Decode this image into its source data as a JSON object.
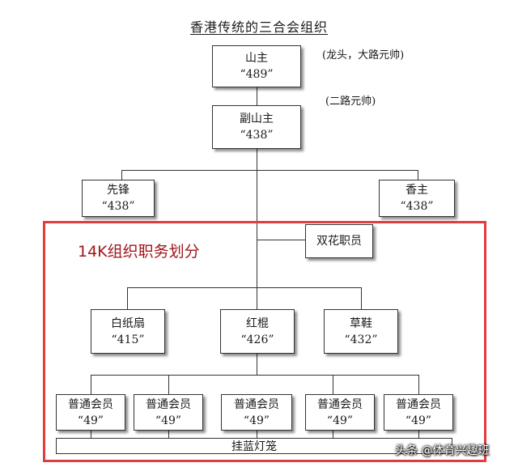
{
  "title": "香港传统的三合会组织",
  "nodes": {
    "shanzhu": {
      "name": "山主",
      "code": "“489”",
      "note": "(龙头，大路元帅)"
    },
    "fushanzhu": {
      "name": "副山主",
      "code": "“438”",
      "note": "(二路元帅)"
    },
    "xianfeng": {
      "name": "先锋",
      "code": "“438”"
    },
    "xiangzhu": {
      "name": "香主",
      "code": "“438”"
    },
    "shuanghua": {
      "name": "双花职员"
    },
    "baizhishan": {
      "name": "白纸扇",
      "code": "“415”"
    },
    "honggun": {
      "name": "红棍",
      "code": "“426”"
    },
    "caoxie": {
      "name": "草鞋",
      "code": "“432”"
    }
  },
  "members": [
    {
      "name": "普通会员",
      "code": "“49”"
    },
    {
      "name": "普通会员",
      "code": "“49”"
    },
    {
      "name": "普通会员",
      "code": "“49”"
    },
    {
      "name": "普通会员",
      "code": "“49”"
    },
    {
      "name": "普通会员",
      "code": "“49”"
    }
  ],
  "bottom_bar": "挂蓝灯笼",
  "highlight_label": "14K组织职务划分",
  "watermark": "头条 @体育兴趣班",
  "colors": {
    "highlight_border": "#e23b3b",
    "highlight_text": "#a3151c"
  }
}
